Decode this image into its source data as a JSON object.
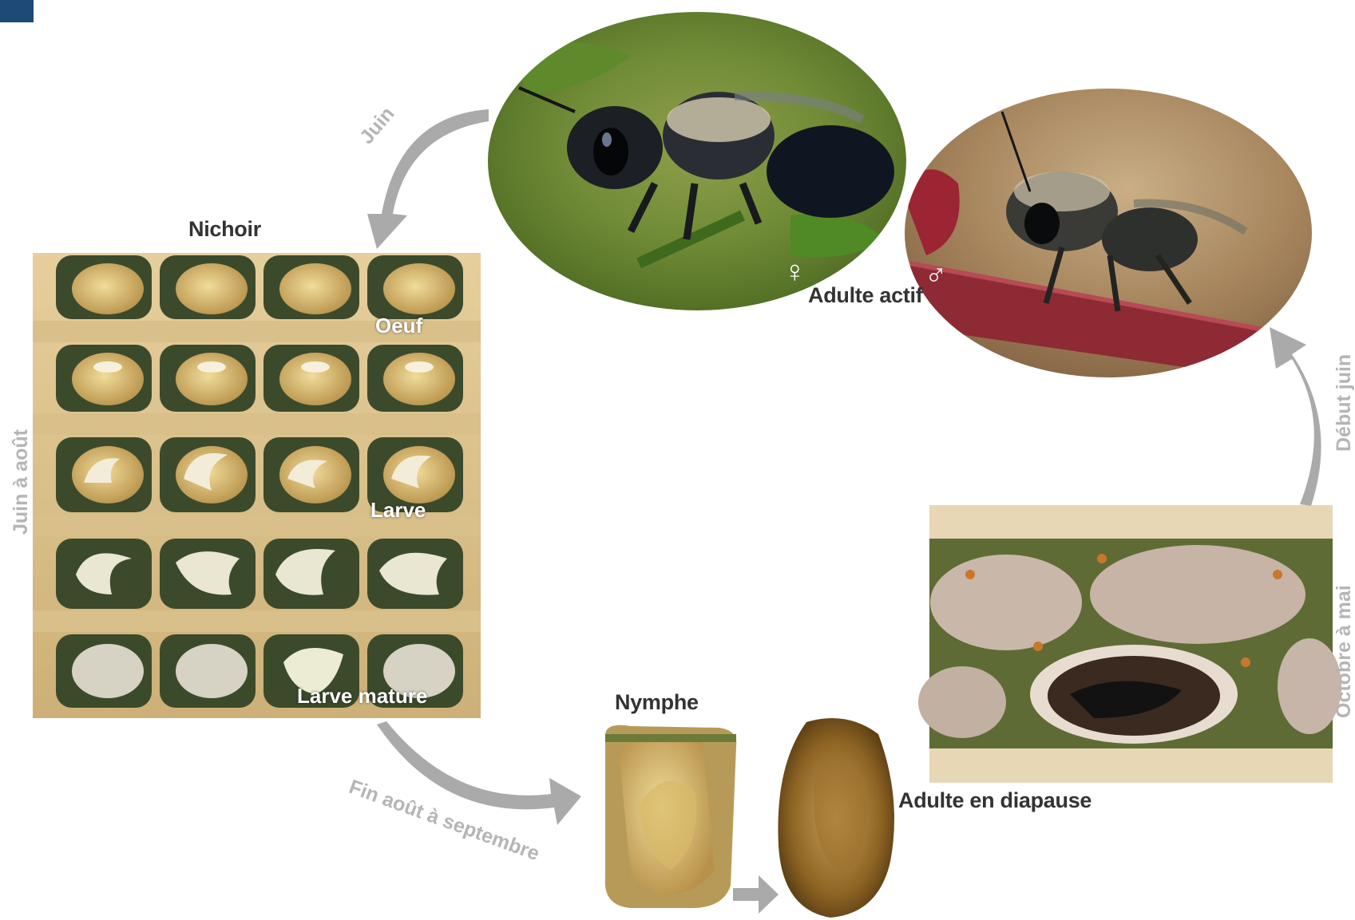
{
  "stages": {
    "nest": "Nichoir",
    "egg": "Oeuf",
    "larva": "Larve",
    "mature_larva": "Larve mature",
    "pupa": "Nymphe",
    "diapause_adult": "Adulte en diapause",
    "active_adult": "Adulte actif"
  },
  "periods": {
    "june": "Juin",
    "june_to_august": "Juin à août",
    "late_august_to_september": "Fin août à septembre",
    "october_to_may": "Octobre à mai",
    "early_june": "Début juin"
  },
  "symbols": {
    "female": "♀",
    "male": "♂"
  },
  "colors": {
    "arrow": "#aaaaaa",
    "period_text": "#b5b5b5",
    "stage_text": "#333333",
    "corner_tab": "#1e4a78"
  }
}
